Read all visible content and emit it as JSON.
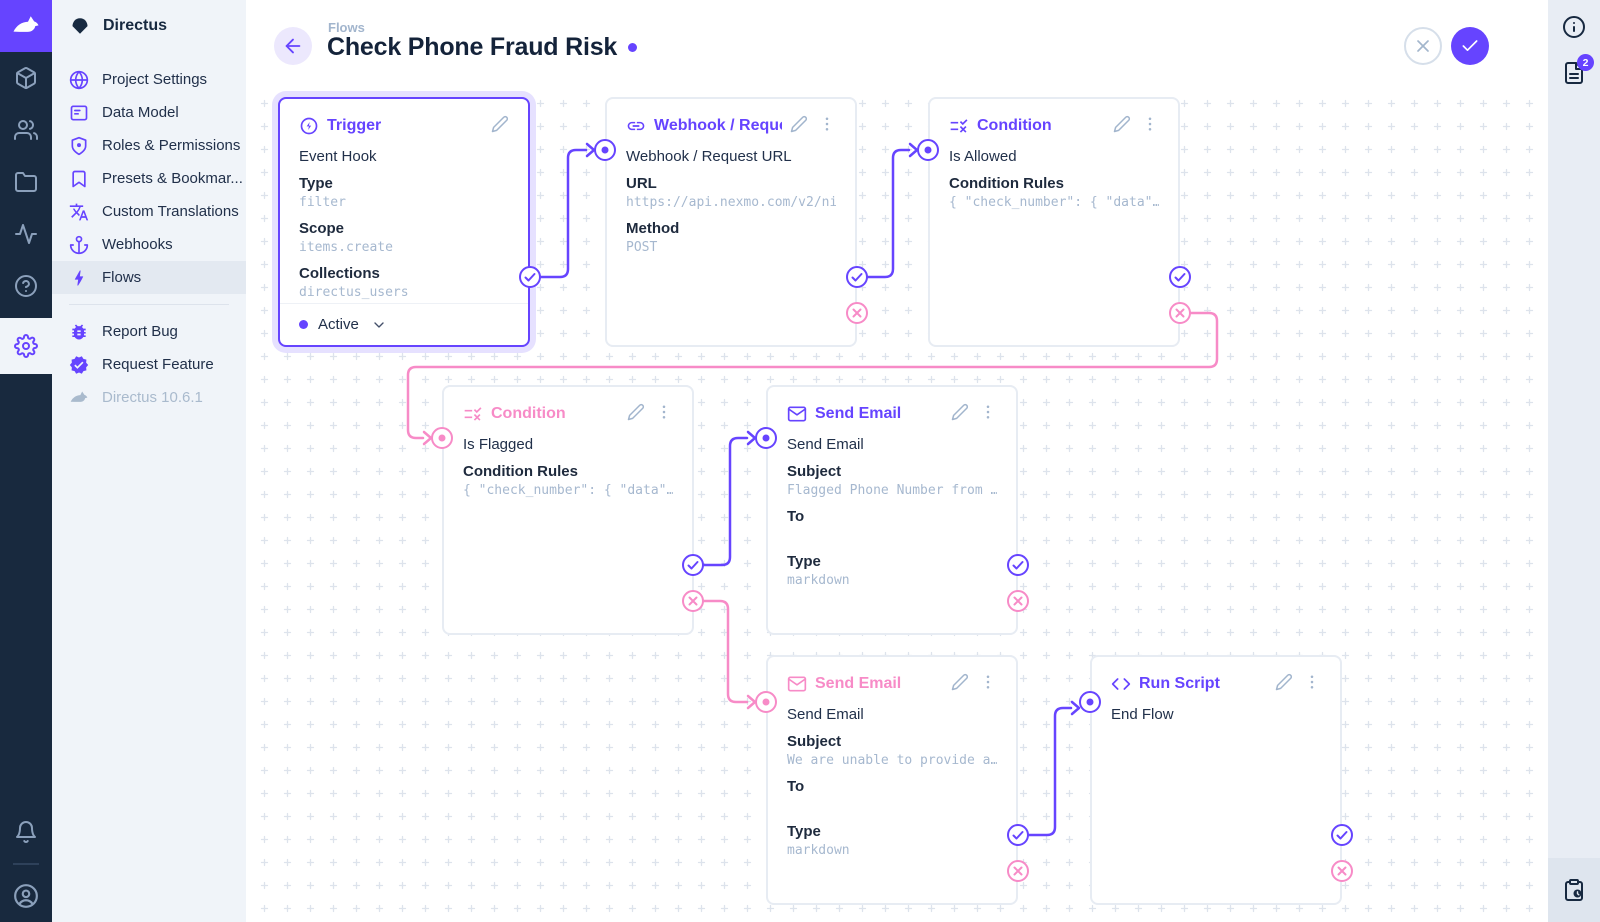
{
  "brand": {
    "name": "Directus"
  },
  "module_rail": {
    "icons": [
      "directus-rabbit-logo",
      "collections-box",
      "users",
      "files-folder",
      "insights-activity",
      "help-circle",
      "settings-gear",
      "notifications-bell",
      "account-circle"
    ],
    "active_module": "settings"
  },
  "sidebar": {
    "title": "Directus",
    "items": [
      {
        "label": "Project Settings",
        "icon": "globe"
      },
      {
        "label": "Data Model",
        "icon": "list-card"
      },
      {
        "label": "Roles & Permissions",
        "icon": "shield-user"
      },
      {
        "label": "Presets & Bookmar...",
        "icon": "bookmark"
      },
      {
        "label": "Custom Translations",
        "icon": "translate"
      },
      {
        "label": "Webhooks",
        "icon": "anchor"
      },
      {
        "label": "Flows",
        "icon": "bolt",
        "active": true
      }
    ],
    "footer_items": [
      {
        "label": "Report Bug",
        "icon": "bug"
      },
      {
        "label": "Request Feature",
        "icon": "verified-seal"
      }
    ],
    "version": "Directus 10.6.1"
  },
  "header": {
    "breadcrumb": "Flows",
    "title": "Check Phone Fraud Risk",
    "unsaved_dot": true
  },
  "right_rail": {
    "icons": [
      "info-circle",
      "activity-log-file",
      "revisions-clipboard-clock"
    ],
    "notification_count": "2"
  },
  "panels": {
    "trigger": {
      "title": "Trigger",
      "name": "Event Hook",
      "fields": [
        {
          "label": "Type",
          "value": "filter"
        },
        {
          "label": "Scope",
          "value": "items.create"
        },
        {
          "label": "Collections",
          "value": "directus_users"
        }
      ],
      "status": "Active"
    },
    "webhook": {
      "title": "Webhook / Request URL",
      "name": "Webhook / Request URL",
      "fields": [
        {
          "label": "URL",
          "value": "https://api.nexmo.com/v2/ni"
        },
        {
          "label": "Method",
          "value": "POST"
        }
      ]
    },
    "condition_allowed": {
      "title": "Condition",
      "name": "Is Allowed",
      "fields": [
        {
          "label": "Condition Rules",
          "value": "{ \"check_number\": { \"data\"…"
        }
      ]
    },
    "condition_flagged": {
      "title": "Condition",
      "name": "Is Flagged",
      "fields": [
        {
          "label": "Condition Rules",
          "value": "{ \"check_number\": { \"data\"…"
        }
      ]
    },
    "email_flagged": {
      "title": "Send Email",
      "name": "Send Email",
      "fields": [
        {
          "label": "Subject",
          "value": "Flagged Phone Number from …"
        },
        {
          "label": "To",
          "value": ""
        },
        {
          "label": "Type",
          "value": "markdown"
        }
      ]
    },
    "email_unable": {
      "title": "Send Email",
      "name": "Send Email",
      "fields": [
        {
          "label": "Subject",
          "value": "We are unable to provide a…"
        },
        {
          "label": "To",
          "value": ""
        },
        {
          "label": "Type",
          "value": "markdown"
        }
      ]
    },
    "run_script": {
      "title": "Run Script",
      "name": "End Flow",
      "fields": []
    }
  },
  "colors": {
    "primary": "#6644ff",
    "reject_pink": "#f78bc7",
    "rail_dark": "#18293e",
    "sidebar_bg": "#f0f4f9",
    "value_gray": "#a6b8cf"
  }
}
